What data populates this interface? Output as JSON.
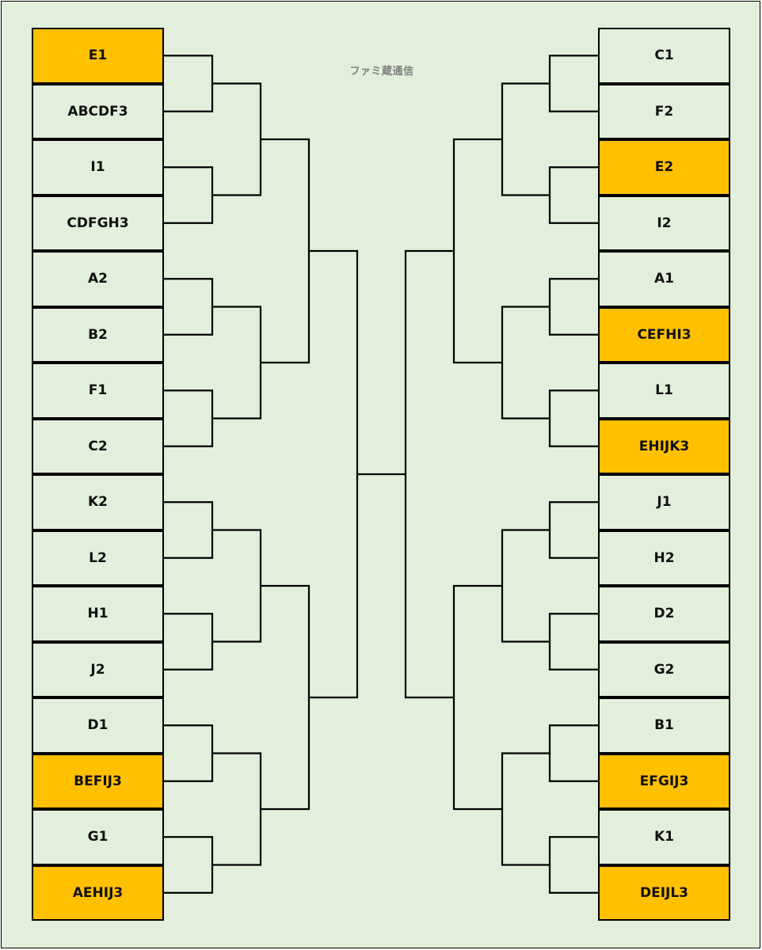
{
  "watermark": "ファミ蔵通信",
  "colors": {
    "background": "#e2efda",
    "highlight": "#ffc000",
    "line": "#000000",
    "watermark": "#7f7f7f"
  },
  "left_bracket": [
    {
      "label": "E1",
      "highlighted": true
    },
    {
      "label": "ABCDF3",
      "highlighted": false
    },
    {
      "label": "I1",
      "highlighted": false
    },
    {
      "label": "CDFGH3",
      "highlighted": false
    },
    {
      "label": "A2",
      "highlighted": false
    },
    {
      "label": "B2",
      "highlighted": false
    },
    {
      "label": "F1",
      "highlighted": false
    },
    {
      "label": "C2",
      "highlighted": false
    },
    {
      "label": "K2",
      "highlighted": false
    },
    {
      "label": "L2",
      "highlighted": false
    },
    {
      "label": "H1",
      "highlighted": false
    },
    {
      "label": "J2",
      "highlighted": false
    },
    {
      "label": "D1",
      "highlighted": false
    },
    {
      "label": "BEFIJ3",
      "highlighted": true
    },
    {
      "label": "G1",
      "highlighted": false
    },
    {
      "label": "AEHIJ3",
      "highlighted": true
    }
  ],
  "right_bracket": [
    {
      "label": "C1",
      "highlighted": false
    },
    {
      "label": "F2",
      "highlighted": false
    },
    {
      "label": "E2",
      "highlighted": true
    },
    {
      "label": "I2",
      "highlighted": false
    },
    {
      "label": "A1",
      "highlighted": false
    },
    {
      "label": "CEFHI3",
      "highlighted": true
    },
    {
      "label": "L1",
      "highlighted": false
    },
    {
      "label": "EHIJK3",
      "highlighted": true
    },
    {
      "label": "J1",
      "highlighted": false
    },
    {
      "label": "H2",
      "highlighted": false
    },
    {
      "label": "D2",
      "highlighted": false
    },
    {
      "label": "G2",
      "highlighted": false
    },
    {
      "label": "B1",
      "highlighted": false
    },
    {
      "label": "EFGIJ3",
      "highlighted": true
    },
    {
      "label": "K1",
      "highlighted": false
    },
    {
      "label": "DEIJL3",
      "highlighted": true
    }
  ]
}
